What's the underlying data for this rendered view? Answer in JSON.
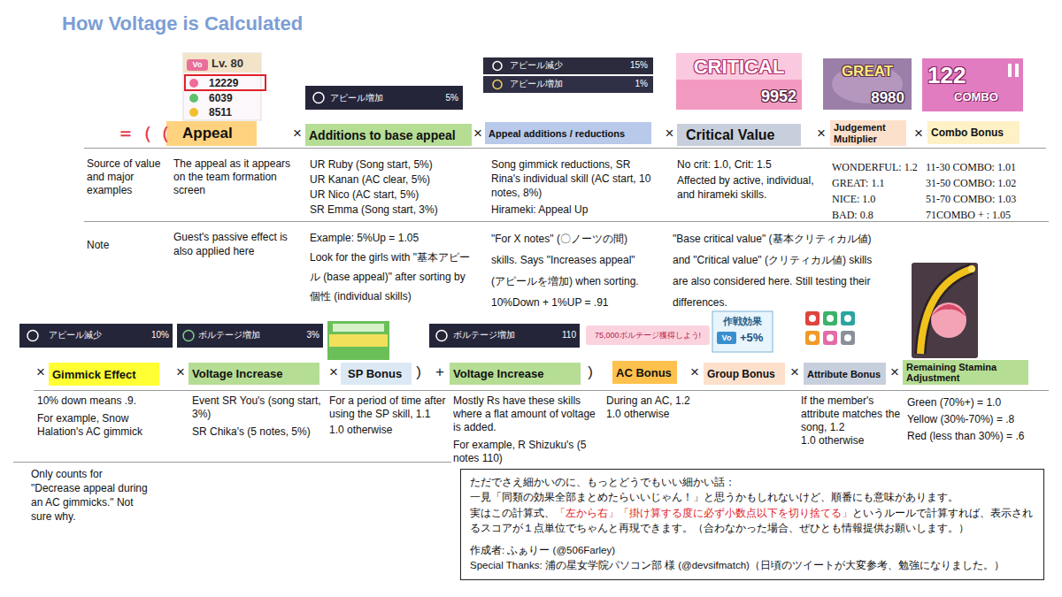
{
  "diagram": {
    "title": "How Voltage is Calculated",
    "nodes": [
      {
        "text": [
          "Appeal"
        ]
      },
      {
        "text": [
          "Additions to base appeal"
        ]
      },
      {
        "text": [
          "Appeal additions / reductions"
        ]
      },
      {
        "text": [
          "Critical Value"
        ]
      },
      {
        "text": [
          "Judgement Multiplier"
        ]
      },
      {
        "text": [
          "Combo Bonus"
        ]
      },
      {
        "text": [
          "Gimmick Effect"
        ]
      },
      {
        "text": [
          "Voltage Increase"
        ]
      },
      {
        "text": [
          "SP Bonus"
        ]
      },
      {
        "text": [
          "Voltage Increase"
        ]
      },
      {
        "text": [
          "AC Bonus"
        ]
      },
      {
        "text": [
          "Group Bonus"
        ]
      },
      {
        "text": [
          "Attribute Bonus"
        ]
      },
      {
        "text": [
          "Remaining Stamina Adjustment"
        ]
      },
      {
        "text": [
          "ただでさえ細かいのに、もっとどうでもいい細かい話：",
          "一見「同類の効果全部まとめたらいいじゃん！」と思うかもしれないけど、順番にも意味があります。",
          "実はこの計算式、",
          "「左から右」「掛け算する度に必ず小数点以下を切り捨てる」",
          "というルールで計算すれば、表示されるスコアが１点単位でちゃんと再現できます。（合わなかった場合、ぜひとも情報提供お願いします。）",
          "作成者: ふぁりー (@506Farley)",
          "Special Thanks: 浦の星女学院パソコン部 様 (@devsifmatch)（日頃のツイートが大変参考、勉強になりました。）"
        ]
      }
    ],
    "labels": [
      "Vo",
      "Lv. 80",
      "12229",
      "6039",
      "8511",
      "アピール増加",
      "5%",
      "アピール減少",
      "15%",
      "アピール増加",
      "1%",
      "CRITICAL",
      "9952",
      "GREAT",
      "8980",
      "122",
      "COMBO",
      "＝（（",
      "×",
      "×",
      "×",
      "×",
      "×",
      "Source of value and major examples",
      "Note",
      "The appeal as it appears on the team formation screen",
      "Guest's passive effect is also applied here",
      "UR Ruby (Song start, 5%)",
      "UR Kanan (AC clear, 5%)",
      "UR Nico (AC start, 5%)",
      "SR Emma (Song start, 3%)",
      "Example: 5%Up = 1.05",
      "Look for the girls with \"基本アピール (base appeal)\" after sorting by 個性 (individual skills)",
      "Song gimmick reductions, SR Rina's individual skill (AC start, 10 notes, 8%)",
      "Hirameki: Appeal Up",
      "\"For X notes\" (〇ノーツの間) skills. Says \"Increases appeal\" (アピールを増加) when sorting.",
      "10%Down + 1%UP = .91",
      "No crit: 1.0, Crit: 1.5",
      "Affected by active, individual, and hirameki skills.",
      "\"Base critical value\" (基本クリティカル値) and \"Critical value\" (クリティカル値) skills are also considered here. Still testing their differences.",
      "WONDERFUL: 1.2",
      "GREAT: 1.1",
      "NICE: 1.0",
      "BAD: 0.8",
      "11-30 COMBO: 1.01",
      "31-50 COMBO: 1.02",
      "51-70 COMBO: 1.03",
      "71COMBO + : 1.05",
      "アピール減少",
      "10%",
      "ボルテージ増加",
      "3%",
      "ボルテージ増加",
      "110",
      "75,000ボルテージ獲得しよう!",
      "作戦効果",
      "Vo",
      "+5%",
      "×",
      "×",
      "×",
      ")",
      "+",
      ")",
      "×",
      "×",
      "×",
      "10% down means .9.",
      "For example, Snow Halation's AC gimmick",
      "Event SR You's (song start, 3%)",
      "SR Chika's (5 notes, 5%)",
      "For a period of time after using the SP skill, 1.1",
      "1.0 otherwise",
      "Mostly Rs have these skills where a flat amount of voltage is added.",
      "For example, R Shizuku's (5 notes 110)",
      "During an AC, 1.2",
      "1.0 otherwise",
      "If the member's attribute matches the song, 1.2",
      "1.0 otherwise",
      "Green (70%+) = 1.0",
      "Yellow (30%-70%) = .8",
      "Red (less than 30%) = .6",
      "Only counts for \"Decrease appeal during an AC gimmicks.\" Not sure why."
    ]
  }
}
